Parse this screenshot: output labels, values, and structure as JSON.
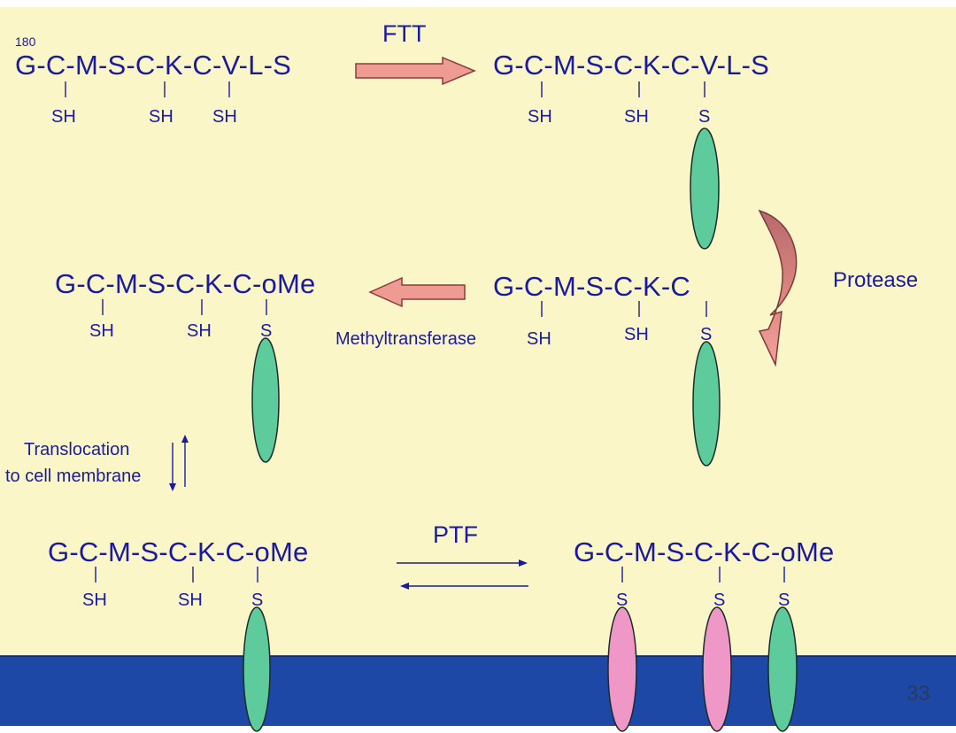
{
  "slide": {
    "number": "33",
    "colors": {
      "background": "#fbf6c8",
      "membrane": "#1e48a6",
      "text": "#1a1aa0",
      "farnesyl_green": "#5ecb9c",
      "palmitoyl_pink": "#ef98c8",
      "enzyme_arrow": "#ee9b93"
    }
  },
  "row1": {
    "residue_number": "180",
    "left_sequence": "G-C-M-S-C-K-C-V-L-S",
    "left_sh": [
      "SH",
      "SH",
      "SH"
    ],
    "enzyme": "FTT",
    "right_sequence": "G-C-M-S-C-K-C-V-L-S",
    "right_sh": [
      "SH",
      "SH",
      "S"
    ]
  },
  "row2": {
    "protease_label": "Protease",
    "methyltransferase_label": "Methyltransferase",
    "left_sequence": "G-C-M-S-C-K-C-oMe",
    "left_sh": [
      "SH",
      "SH",
      "S"
    ],
    "right_sequence": "G-C-M-S-C-K-C",
    "right_sh": [
      "SH",
      "SH",
      "S"
    ]
  },
  "translocation": {
    "line1": "Translocation",
    "line2": "to cell membrane"
  },
  "row3": {
    "enzyme": "PTF",
    "left_sequence": "G-C-M-S-C-K-C-oMe",
    "left_sh": [
      "SH",
      "SH",
      "S"
    ],
    "right_sequence": "G-C-M-S-C-K-C-oMe",
    "right_sh": [
      "S",
      "S",
      "S"
    ]
  }
}
